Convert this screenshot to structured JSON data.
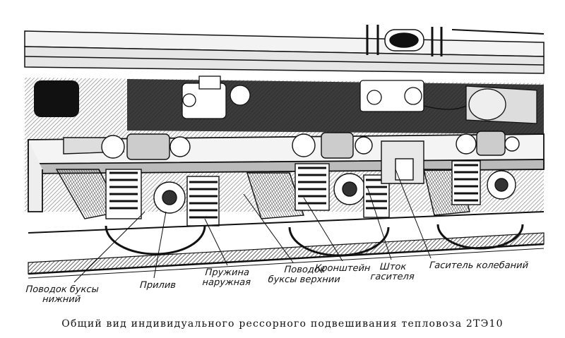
{
  "figure": {
    "caption": "Общий вид индивидуального рессорного подвешивания тепловоза 2ТЭ10"
  },
  "labels": {
    "povodok_nizhny": {
      "line1": "Поводок буксы",
      "line2": "нижний"
    },
    "priliv": {
      "line1": "Прилив"
    },
    "pruzhina": {
      "line1": "Пружина",
      "line2": "наружная"
    },
    "povodok_verkhny": {
      "line1": "Поводок",
      "line2": "буксы верхнии"
    },
    "kronshtein": {
      "line1": "Кронштейн"
    },
    "shtok": {
      "line1": "Шток",
      "line2": "гасителя"
    },
    "gasitel": {
      "line1": "Гаситель колебаний"
    }
  },
  "colors": {
    "ink": "#111111",
    "shade": "#3a3a3a",
    "paper": "#ffffff"
  }
}
